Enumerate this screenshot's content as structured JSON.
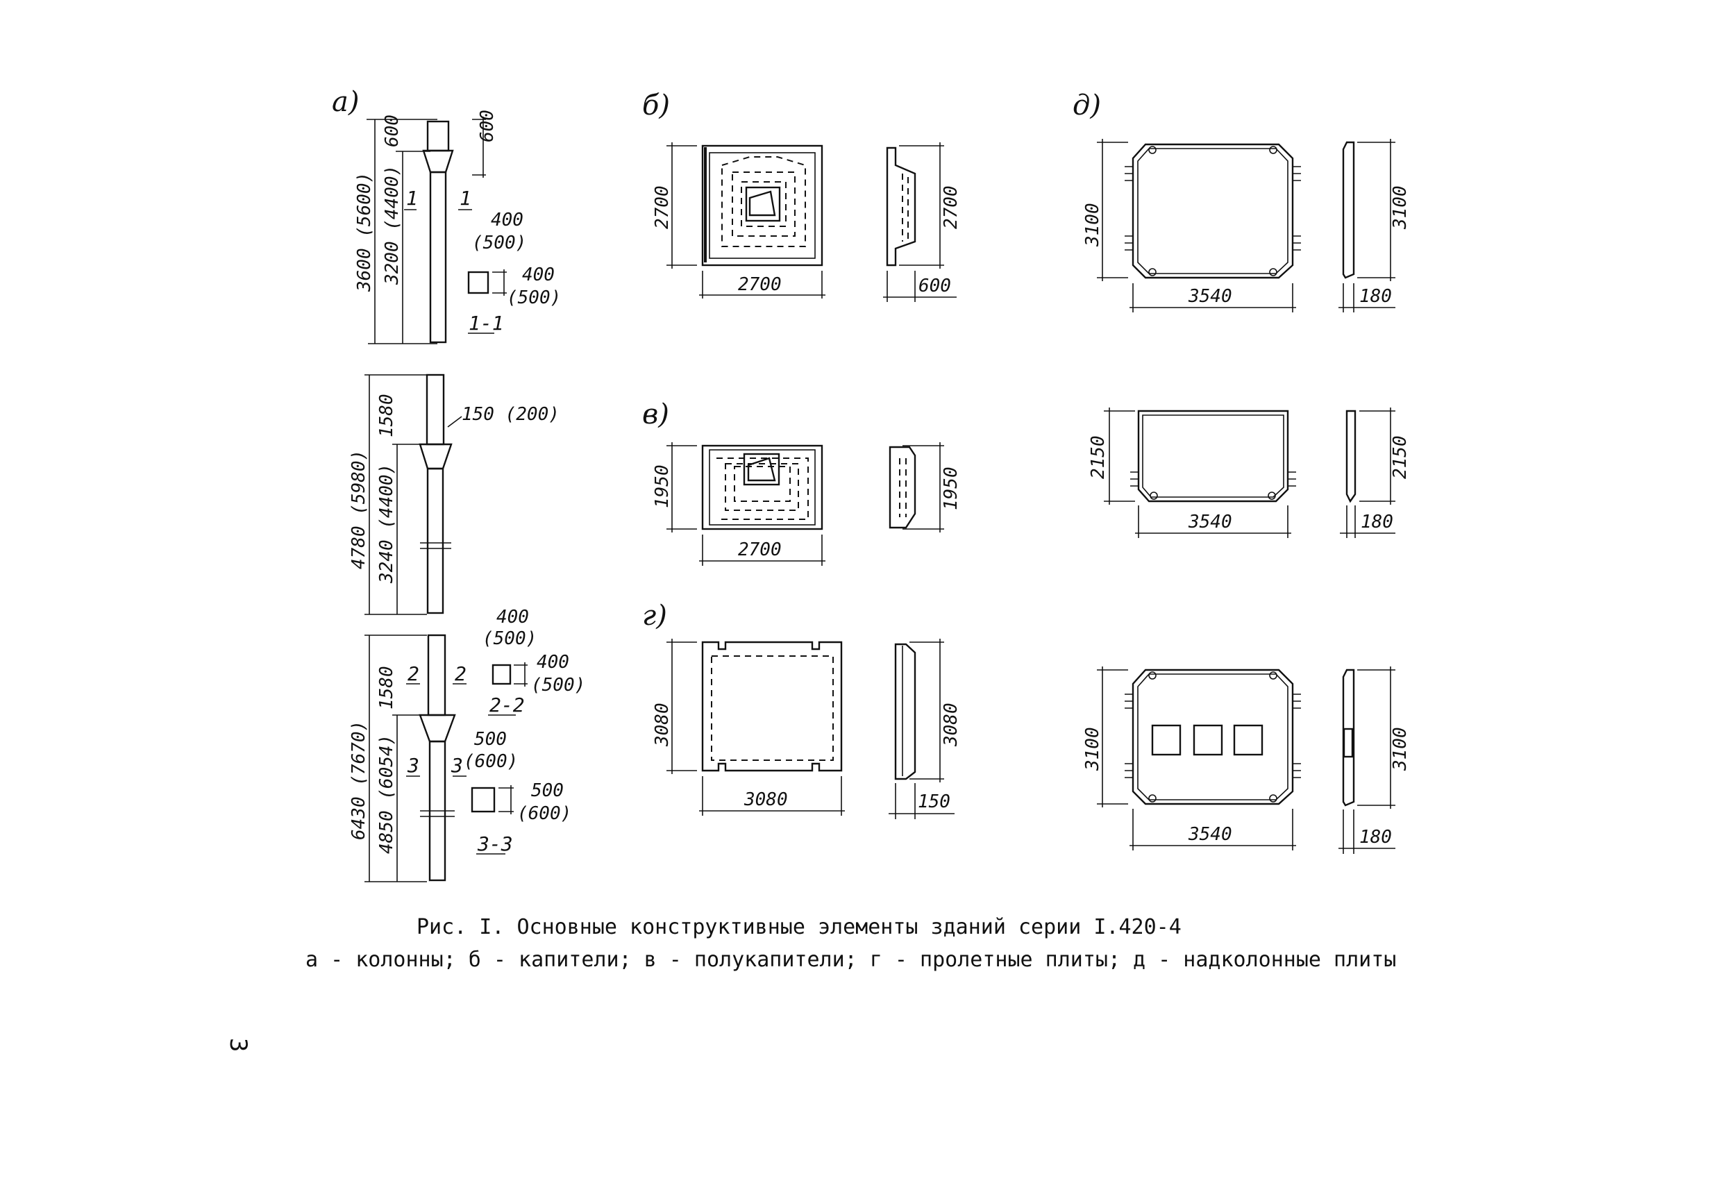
{
  "panels": {
    "a": "а)",
    "b": "б)",
    "v": "в)",
    "g": "г)",
    "d": "д)"
  },
  "columns": {
    "c1": {
      "total": "3600 (5600)",
      "shaft": "3200 (4400)",
      "top": "600",
      "top2": "600",
      "cut": "1",
      "sec_w": "400",
      "sec_w2": "(500)",
      "sec_h": "400",
      "sec_h2": "(500)",
      "section": "1-1"
    },
    "c2": {
      "total": "4780 (5980)",
      "shaft": "3240 (4400)",
      "top": "1580",
      "offset": "150 (200)"
    },
    "c3": {
      "total": "6430 (7670)",
      "shaft": "4850 (6054)",
      "top": "1580",
      "cut2": "2",
      "cut3": "3",
      "s2_w": "400",
      "s2_w2": "(500)",
      "s2_h": "400",
      "s2_h2": "(500)",
      "section2": "2-2",
      "s3_w": "500",
      "s3_w2": "(600)",
      "s3_h": "500",
      "s3_h2": "(600)",
      "section3": "3-3"
    }
  },
  "capital": {
    "height": "2700",
    "width": "2700",
    "side_h": "2700",
    "thick": "600"
  },
  "half_capital": {
    "height": "1950",
    "width": "2700",
    "side_h": "1950"
  },
  "span_slab": {
    "height": "3080",
    "width": "3080",
    "side_h": "3080",
    "thick": "150"
  },
  "column_slabs": [
    {
      "height": "3100",
      "width": "3540",
      "side_h": "3100",
      "thick": "180"
    },
    {
      "height": "2150",
      "width": "3540",
      "side_h": "2150",
      "thick": "180"
    },
    {
      "height": "3100",
      "width": "3540",
      "side_h": "3100",
      "thick": "180"
    }
  ],
  "caption": {
    "line1": "Рис. I. Основные конструктивные элементы зданий серии I.420-4",
    "line2": "а - колонны; б - капители;  в - полукапители;  г - пролетные плиты; д - надколонные плиты"
  },
  "page_number": "3"
}
